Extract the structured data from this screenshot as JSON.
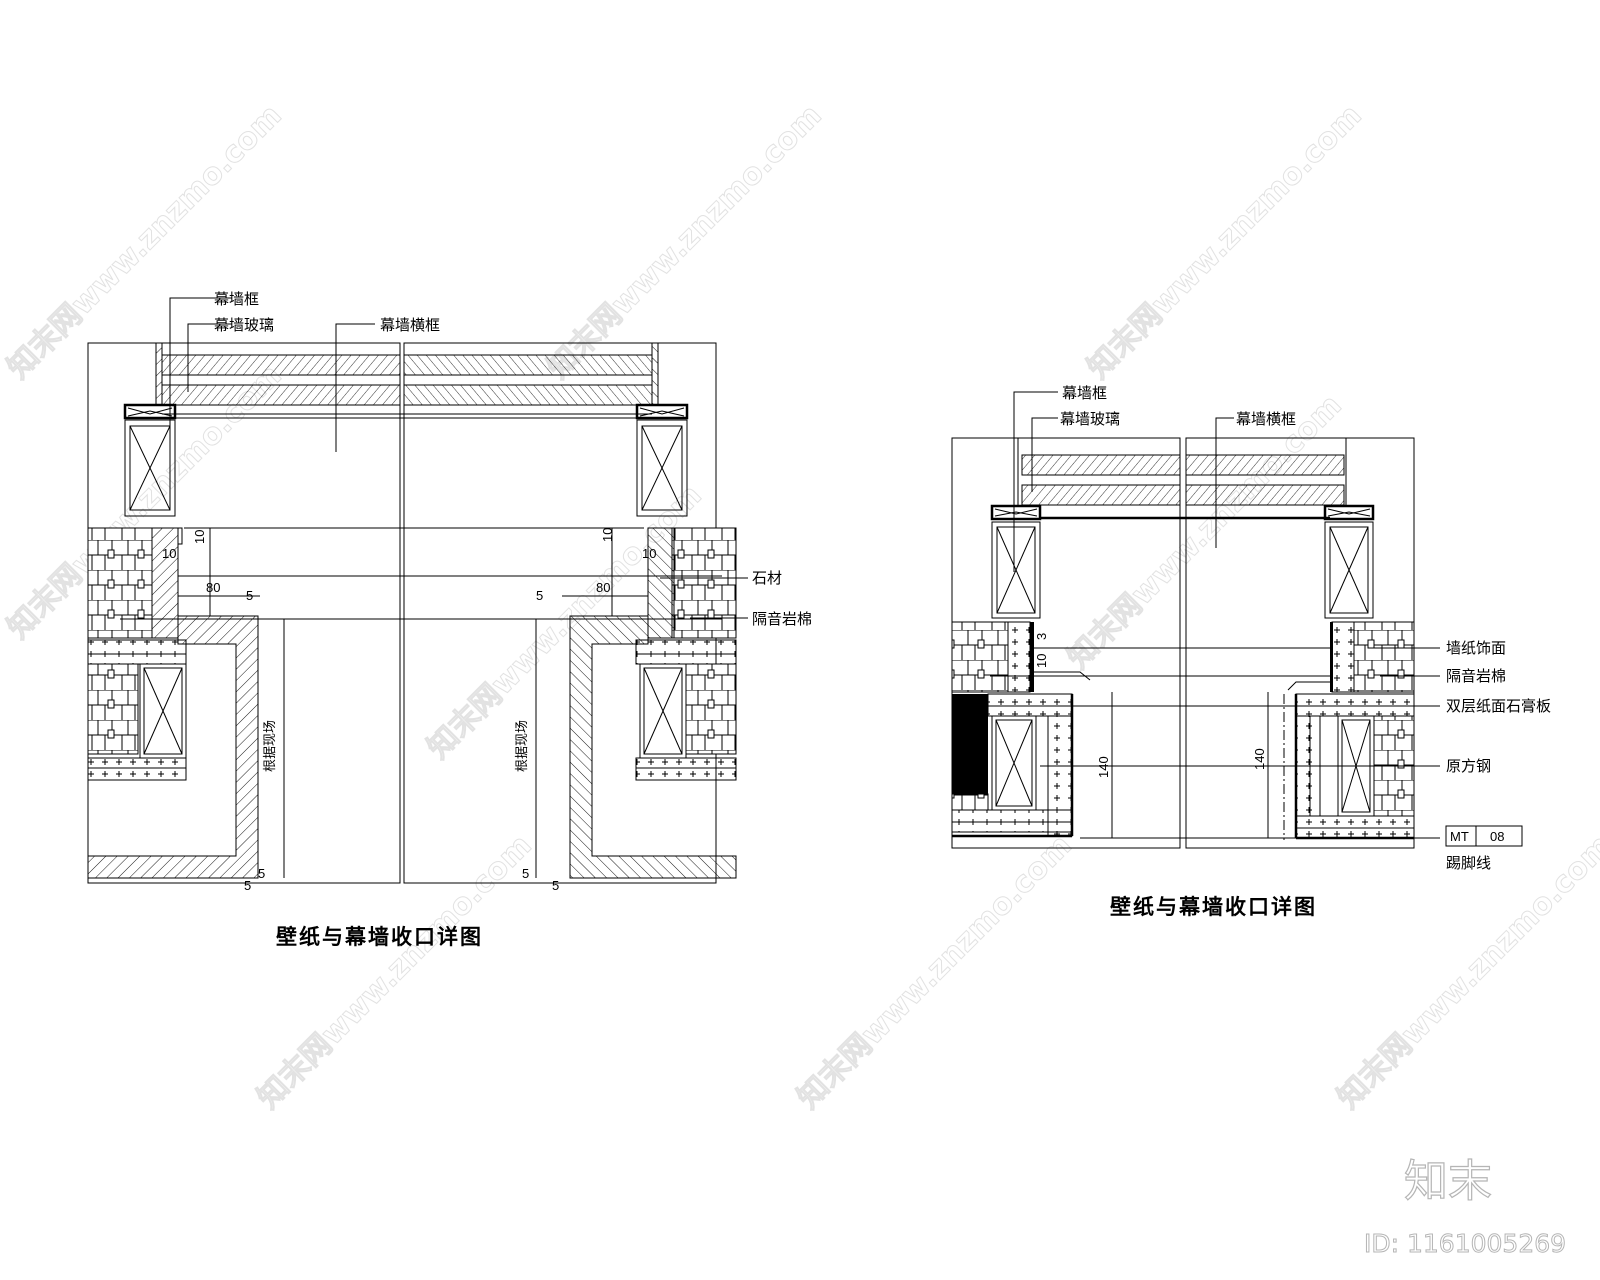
{
  "watermark": {
    "text": "知末网www.znzmo.com",
    "brand": "知末",
    "id_label": "ID: 1161005269"
  },
  "detail_left": {
    "title": "壁纸与幕墙收口详图",
    "labels": {
      "curtain_frame": "幕墙框",
      "curtain_glass": "幕墙玻璃",
      "curtain_transom": "幕墙横框",
      "stone": "石材",
      "rock_wool": "隔音岩棉",
      "site_note": "根据现场"
    },
    "dimensions": {
      "d10_top": "10",
      "d10_inner": "10",
      "d80": "80",
      "d5_small": "5",
      "d5_side": "5",
      "d5_bottom": "5",
      "d5_foot": "5"
    }
  },
  "detail_right": {
    "title": "壁纸与幕墙收口详图",
    "labels": {
      "curtain_frame": "幕墙框",
      "curtain_glass": "幕墙玻璃",
      "curtain_transom": "幕墙横框",
      "wallpaper": "墙纸饰面",
      "rock_wool": "隔音岩棉",
      "gypsum": "双层纸面石膏板",
      "steel": "原方钢",
      "skirting": "踢脚线"
    },
    "dimensions": {
      "d140": "140",
      "d3": "3",
      "d10": "10"
    },
    "tag": {
      "code": "MT",
      "number": "08"
    }
  }
}
